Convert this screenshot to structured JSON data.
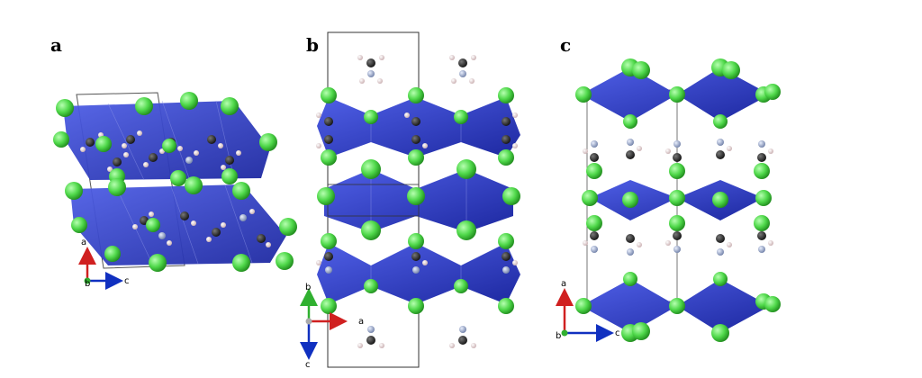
{
  "panels": [
    {
      "label": "a",
      "axes": {
        "vertical": "a",
        "horizontal": "c",
        "origin": "b"
      }
    },
    {
      "label": "b",
      "axes": {
        "vertical": "b",
        "horizontal": "a",
        "down": "c"
      }
    },
    {
      "label": "c",
      "axes": {
        "vertical": "a",
        "horizontal": "c",
        "origin": "b"
      }
    }
  ],
  "colors": {
    "octahedron": "#2633b8",
    "octahedron_light": "#4b5be0",
    "chlorine": "#4fd84a",
    "carbon": "#1a1a1a",
    "nitrogen": "#9aa8c8",
    "hydrogen": "#f0dede",
    "axis_vertical": "#d02020",
    "axis_horizontal": "#1030c0",
    "axis_up_green": "#30b030",
    "unit_cell": "#000000"
  }
}
